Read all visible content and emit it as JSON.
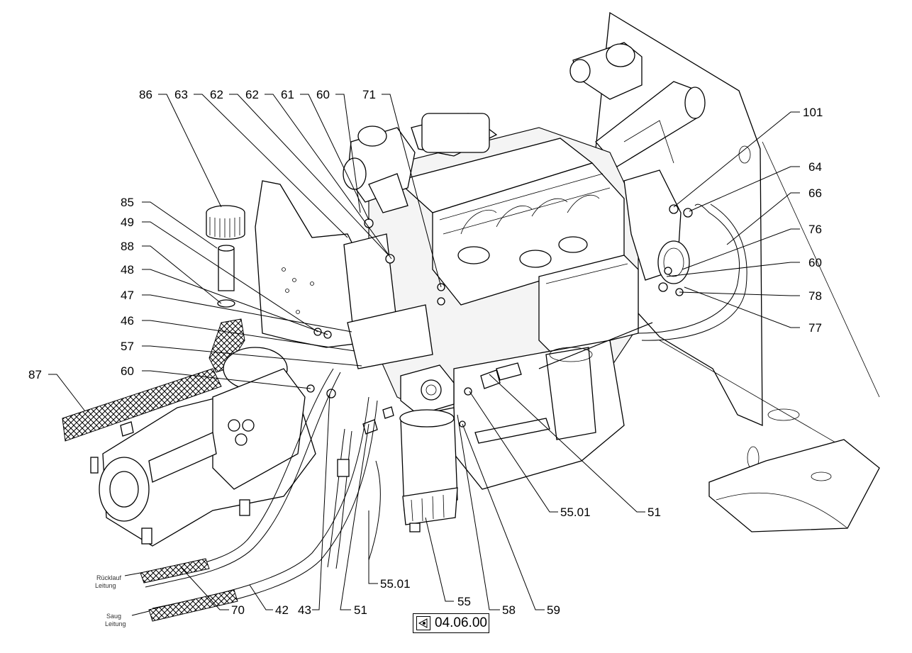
{
  "callouts": {
    "c86": "86",
    "c63": "63",
    "c62a": "62",
    "c62b": "62",
    "c61": "61",
    "c60a": "60",
    "c71": "71",
    "c101": "101",
    "c64": "64",
    "c66": "66",
    "c76": "76",
    "c60b": "60",
    "c78": "78",
    "c77": "77",
    "c85": "85",
    "c49": "49",
    "c88": "88",
    "c48": "48",
    "c47": "47",
    "c46": "46",
    "c57": "57",
    "c60c": "60",
    "c87": "87",
    "c55_01a": "55.01",
    "c51a": "51",
    "c70": "70",
    "c42": "42",
    "c43": "43",
    "c51b": "51",
    "c55_01b": "55.01",
    "c55": "55",
    "c58": "58",
    "c59": "59"
  },
  "hose_labels": {
    "ruecklauf_line1": "Rücklauf",
    "ruecklauf_line2": "Leitung",
    "saug_line1": "Saug",
    "saug_line2": "Leitung"
  },
  "reference": {
    "page_ref": "04.06.00",
    "icon": "page-reference-icon"
  }
}
